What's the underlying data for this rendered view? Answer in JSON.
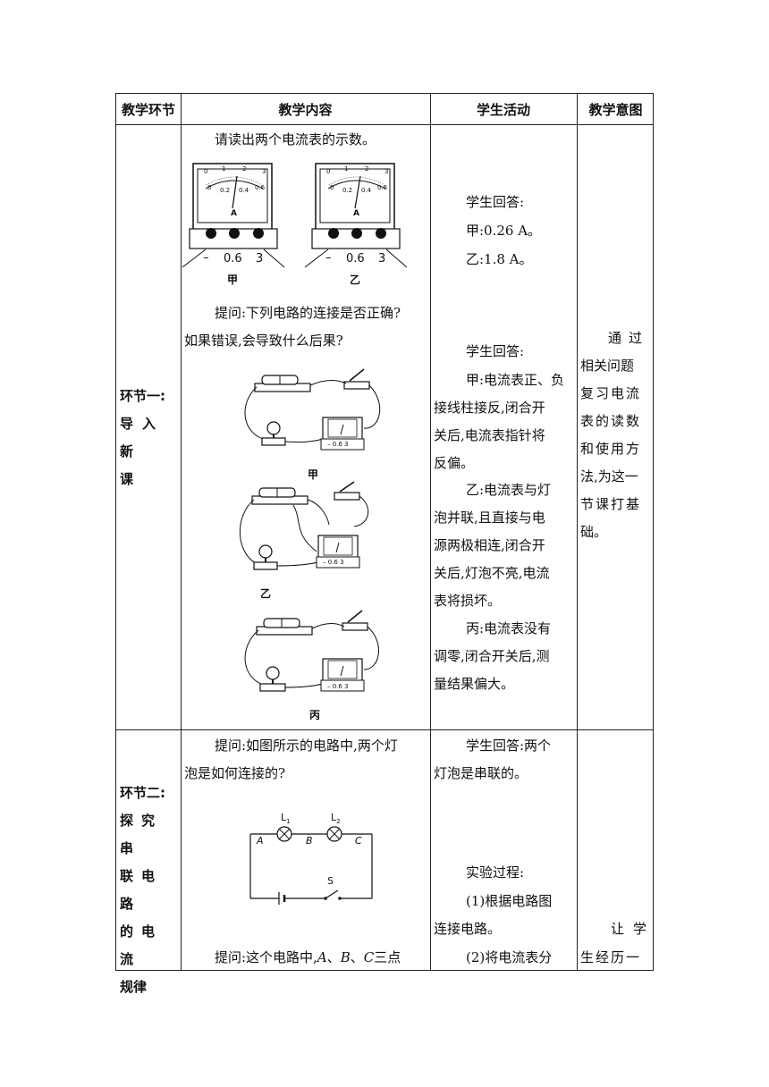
{
  "headers": {
    "stage": "教学环节",
    "content": "教学内容",
    "activity": "学生活动",
    "intent": "教学意图"
  },
  "section1": {
    "label_lines": [
      "环节一:",
      "导入新",
      "课"
    ],
    "content": {
      "prompt1": "请读出两个电流表的示数。",
      "meter_labels": {
        "jia": "甲",
        "yi": "乙"
      },
      "meter_scale": {
        "upper": [
          "0",
          "1",
          "2",
          "3"
        ],
        "lower": [
          "0",
          "0.2",
          "0.4",
          "0.6"
        ],
        "unit": "A",
        "terminals": [
          "–",
          "0.6",
          "3"
        ]
      },
      "prompt2_line1": "提问:下列电路的连接是否正确?",
      "prompt2_line2": "如果错误,会导致什么后果?",
      "circuit_labels": {
        "jia": "甲",
        "yi": "乙",
        "bing": "丙"
      },
      "mini_meter_terminals": "– 0.6 3"
    },
    "activity": {
      "answer1_title": "学生回答:",
      "answer1_jia": "甲:0.26 A。",
      "answer1_yi": "乙:1.8 A。",
      "answer2_title": "学生回答:",
      "lines": [
        "甲:电流表正、负",
        "接线柱接反,闭合开",
        "关后,电流表指针将",
        "反偏。",
        "乙:电流表与灯",
        "泡并联,且直接与电",
        "源两极相连,闭合开",
        "关后,灯泡不亮,电流",
        "表将损坏。",
        "丙:电流表没有",
        "调零,闭合开关后,测",
        "量结果偏大。"
      ]
    },
    "intent_lines": [
      "通过",
      "相关问题",
      "复习电流",
      "表的读数",
      "和使用方",
      "法,为这一",
      "节课打基",
      "础。"
    ]
  },
  "section2": {
    "label_lines": [
      "环节二:",
      "探究串",
      "联电路",
      "的电流",
      "规律"
    ],
    "content": {
      "prompt1_line1": "提问:如图所示的电路中,两个灯",
      "prompt1_line2": "泡是如何连接的?",
      "circuit": {
        "L1": "L",
        "L1_sub": "1",
        "L2": "L",
        "L2_sub": "2",
        "A": "A",
        "B": "B",
        "C": "C",
        "S": "S"
      },
      "prompt2_pre": "提问:这个电路中,",
      "prompt2_A": "A",
      "prompt2_sep1": "、",
      "prompt2_B": "B",
      "prompt2_sep2": "、",
      "prompt2_C": "C",
      "prompt2_post": "三点"
    },
    "activity": {
      "answer_line1": "学生回答:两个",
      "answer_line2": "灯泡是串联的。",
      "exp_title": "实验过程:",
      "step1_line1": "(1)根据电路图",
      "step1_line2": "连接电路。",
      "step2_line1": "(2)将电流表分"
    },
    "intent_lines": [
      "让学",
      "生经历一"
    ]
  }
}
